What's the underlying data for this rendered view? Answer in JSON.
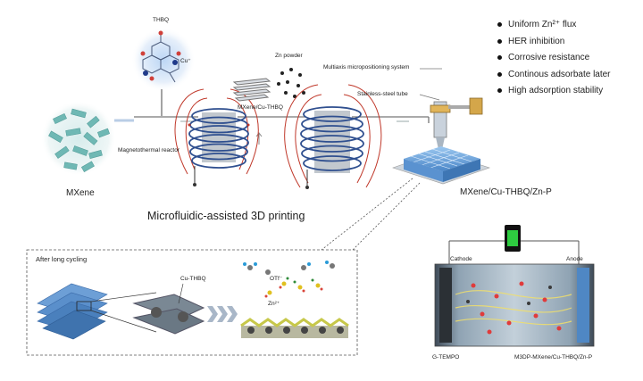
{
  "labels": {
    "thbq": "THBQ",
    "cu_plus": "Cu⁺",
    "mxene": "MXene",
    "mxene_cu_thbq": "MXene/Cu-THBQ",
    "zn_powder": "Zn powder",
    "magnetothermal_reactor": "Magnetothermal reactor",
    "multiaxis": "Multiaxis micropositioning system",
    "stainless_tube": "Stainless-steel tube",
    "microfluidic": "Microfluidic-assisted 3D printing",
    "product": "MXene/Cu-THBQ/Zn-P",
    "after_cycling": "After long cycling",
    "cu_thbq": "Cu-THBQ",
    "otf": "OTf⁻",
    "zn2": "Zn²⁺",
    "cathode": "Cathode",
    "anode": "Anode",
    "g_tempo": "G-TEMPO",
    "m3dp": "M3DP-MXene/Cu-THBQ/Zn-P"
  },
  "bullets": [
    "Uniform Zn²⁺ flux",
    "HER inhibition",
    "Corrosive resistance",
    "Continous adsorbate later",
    "High adsorption stability"
  ],
  "colors": {
    "mxene_teal": "#6fb8b4",
    "coil_blue": "#2f4f8f",
    "field_red": "#c0392b",
    "lattice_blue": "#4d7ec4",
    "printed_blue": "#7fb4e6",
    "battery_green": "#2ecc40"
  }
}
